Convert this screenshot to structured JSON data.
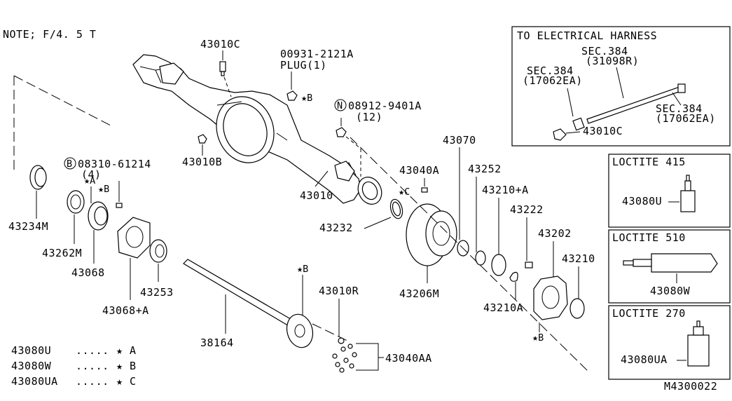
{
  "note": "NOTE; F/4. 5 T",
  "parts": {
    "p43010C_top": "43010C",
    "p00931": "00931-2121A",
    "plug": "PLUG(1)",
    "n_symbol": "N",
    "p08912": "08912-9401A",
    "qty12": "(12)",
    "p43010B": "43010B",
    "p43010": "43010",
    "p43040A": "43040A",
    "b_symbol": "B",
    "p08310": "08310-61214",
    "qty4": "(4)",
    "p43070": "43070",
    "p43252": "43252",
    "p43210A_plus": "43210+A",
    "p43222": "43222",
    "p43202": "43202",
    "p43210": "43210",
    "p43210A": "43210A",
    "p43232": "43232",
    "p43234M": "43234M",
    "p43262M": "43262M",
    "p43068": "43068",
    "p43068A": "43068+A",
    "p43253": "43253",
    "p43206M": "43206M",
    "p38164": "38164",
    "p43010R": "43010R",
    "p43040AA": "43040AA"
  },
  "markers": {
    "starA": "★A",
    "starB": "★B",
    "starC": "★C"
  },
  "legend": [
    {
      "code": "43080U",
      "dots": ".....",
      "mark": "★ A"
    },
    {
      "code": "43080W",
      "dots": ".....",
      "mark": "★ B"
    },
    {
      "code": "43080UA",
      "dots": ".....",
      "mark": "★ C"
    }
  ],
  "harness_box": {
    "title": "TO ELECTRICAL HARNESS",
    "sec1": "SEC.384",
    "sec1_part": "(31098R)",
    "sec2": "SEC.384",
    "sec2_part": "(17062EA)",
    "sec3": "SEC.384",
    "sec3_part": "(17062EA)",
    "part": "43010C"
  },
  "loctite": [
    {
      "title": "LOCTITE 415",
      "part": "43080U"
    },
    {
      "title": "LOCTITE 510",
      "part": "43080W"
    },
    {
      "title": "LOCTITE 270",
      "part": "43080UA"
    }
  ],
  "diagram_code": "M4300022"
}
